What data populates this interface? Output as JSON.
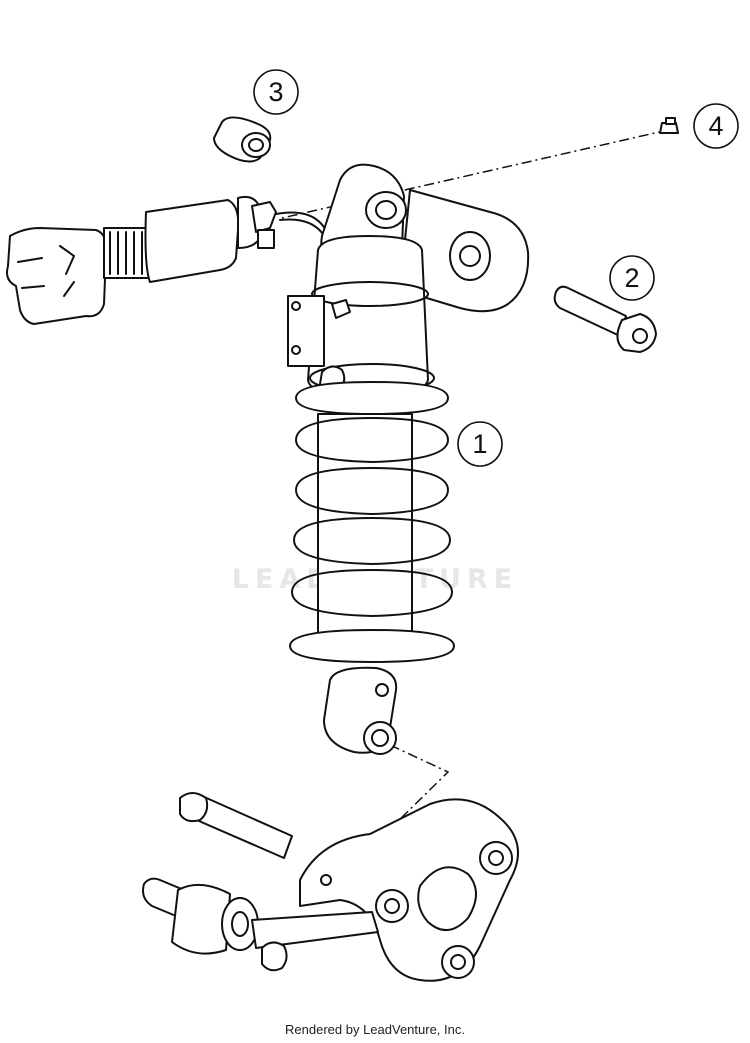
{
  "diagram": {
    "callouts": [
      {
        "id": "shock-absorber",
        "label": "1"
      },
      {
        "id": "bolt",
        "label": "2"
      },
      {
        "id": "bushing",
        "label": "3"
      },
      {
        "id": "screw",
        "label": "4"
      }
    ],
    "watermark": "LEADVENTURE",
    "credit": "Rendered by LeadVenture, Inc."
  },
  "colors": {
    "line": "#111111",
    "background": "#ffffff",
    "watermark": "#e6e6e6"
  }
}
